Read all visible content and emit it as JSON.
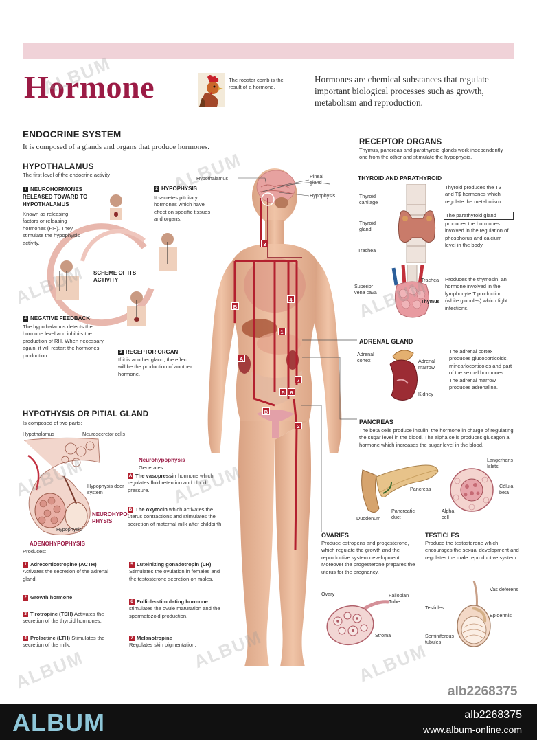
{
  "header": {
    "title": "Hormone",
    "rooster_caption": "The rooster comb is the result of a hormone.",
    "intro": "Hormones are chemical substances that regulate important biological processes such as growth, metabolism and reproduction."
  },
  "endocrine": {
    "heading": "ENDOCRINE SYSTEM",
    "subtitle": "It is composed of a glands and organs that produce hormones."
  },
  "hypothalamus": {
    "heading": "HYPOTHALAMUS",
    "subtitle": "The first level of the endocrine activity",
    "step1_title": "NEUROHORMONES RELEASED TOWARD TO HYPOTHALAMUS",
    "step1_text": "Known as releasing factors or releasing hormones (RH). They stimulate the hypophysis activity.",
    "step2_title": "HYPOPHYSIS",
    "step2_text": "It secretes pituitary hormones which have effect on specific tissues and organs.",
    "step3_title": "RECEPTOR ORGAN",
    "step3_text": "If it is another gland, the effect will be the production of another hormone.",
    "step4_title": "NEGATIVE FEEDBACK",
    "step4_text": "The hypothalamus detects the hormone level and inhibits the production of RH. When necessary again, it will restart the hormones production.",
    "cycle_label": "SCHEME OF ITS ACTIVITY",
    "n1": "1",
    "n2": "2",
    "n3": "3",
    "n4": "4"
  },
  "pituitary": {
    "heading": "HYPOTHYSIS OR PITIAL GLAND",
    "subtitle": "Is composed of two parts:",
    "lbl_hypothalamus": "Hypothalamus",
    "lbl_neurosecretor": "Neurosecretor cells",
    "lbl_door": "Hypophysis door system",
    "lbl_neurohypo": "NEUROHYPO-PHYSIS",
    "lbl_hypophysis": "Hypophysis",
    "adeno_title": "ADENOHYPOPHYSIS",
    "adeno_produces": "Produces:",
    "neuro_title": "Neurohypophysis",
    "neuro_generates": "Generates:",
    "a_label": "A",
    "a_name": "The vasopressin",
    "a_text": "hormone which regulates fluid retention and blood pressure.",
    "b_label": "B",
    "b_name": "The oxytocin",
    "b_text": "which activates the uterus contractions and stimulates the secretion of maternal milk after childbirth.",
    "h1": "1",
    "h1_name": "Adrecorticotropine (ACTH)",
    "h1_text": "Activates the secretion of the adrenal gland.",
    "h2": "2",
    "h2_name": "Growth hormone",
    "h2_text": "",
    "h3": "3",
    "h3_name": "Tirotropine (TSH)",
    "h3_text": "Activates the secretion of the thyroid hormones.",
    "h4": "4",
    "h4_name": "Prolactine (LTH)",
    "h4_text": "Stimulates the secretion of the milk.",
    "h5": "5",
    "h5_name": "Luteinizing gonadotropin (LH)",
    "h5_text": "Stimulates the ovulation in females and the testosterone secretion on males.",
    "h6": "6",
    "h6_name": "Follicle-stimulating hormone",
    "h6_text": "stimulates the ovule maturation and the spermatozoid production.",
    "h7": "7",
    "h7_name": "Melanotropine",
    "h7_text": "Regulates skin pigmentation."
  },
  "body": {
    "lbl_hypothalamus": "Hypothalamus",
    "lbl_pineal": "Pineal gland",
    "lbl_hypophysis": "Hypophysis",
    "tags": [
      "3",
      "B",
      "4",
      "1",
      "A",
      "5",
      "6",
      "7",
      "B",
      "2"
    ]
  },
  "receptor": {
    "heading": "RECEPTOR ORGANS",
    "subtitle": "Thymus, pancreas and parathyroid glands work independently one from the other and stimulate the hypophysis.",
    "thyroid_head": "THYROID AND PARATHYROID",
    "lbl_cartilage": "Thyroid cartilage",
    "lbl_gland": "Thyroid gland",
    "lbl_trachea": "Trachea",
    "thyroid_text": "Thyroid produces the T3 and T$ hormones which regulate the metabolism.",
    "parathyroid_label": "The parathyroid gland",
    "parathyroid_text": "produces the hormones involved in the regulation of phosphorus and calcium level in the body.",
    "lbl_trachea2": "Trachea",
    "lbl_vena": "Superior vena cava",
    "lbl_thymus": "Thymus",
    "thymus_text": "Produces the thymosin, an hormone involved in the lymphocyte T production (white globules) which fight infections."
  },
  "adrenal": {
    "heading": "ADRENAL GLAND",
    "lbl_cortex": "Adrenal cortex",
    "lbl_marrow": "Adrenal marrow",
    "lbl_kidney": "Kidney",
    "text": "The adrenal cortex produces glucocorticoids, minearlocorticoids and part of the sexual hormones. The adrenal marrow produces adrenaline."
  },
  "pancreas": {
    "heading": "PANCREAS",
    "text": "The beta cells produce insulin, the hormone in charge of regulating the sugar level in the blood. The alpha cells produces glucagon a hormone which increases the sugar level in the blood.",
    "lbl_langerhans": "Langerhans Islets",
    "lbl_pancreas": "Pancreas",
    "lbl_celula": "Célula beta",
    "lbl_duodenum": "Duodenum",
    "lbl_duct": "Pancreatic duct",
    "lbl_alpha": "Alpha cell"
  },
  "ovaries": {
    "heading": "OVARIES",
    "text": "Produce estrogens and progesterone, which regulate the growth and the reproductive system development. Moreover the progesterone prepares the uterus for the pregnancy.",
    "lbl_ovary": "Ovary",
    "lbl_tube": "Fallopian Tube",
    "lbl_stroma": "Stroma"
  },
  "testicles": {
    "heading": "TESTICLES",
    "text": "Produce the testosterone which encourages the sexual development and regulates the male reproductive system.",
    "lbl_vas": "Vas deferens",
    "lbl_testicles": "Testicles",
    "lbl_epidermis": "Epidermis",
    "lbl_tubules": "Seminiferous tubules"
  },
  "footer": {
    "brand": "ALBUM",
    "id": "alb2268375",
    "url": "www.album-online.com",
    "id_above": "alb2268375"
  },
  "watermark": "ALBUM",
  "colors": {
    "accent_band": "#f0d2d8",
    "title": "#9b1b45",
    "vessel": "#b3202f",
    "skin": "#e9b99a"
  }
}
